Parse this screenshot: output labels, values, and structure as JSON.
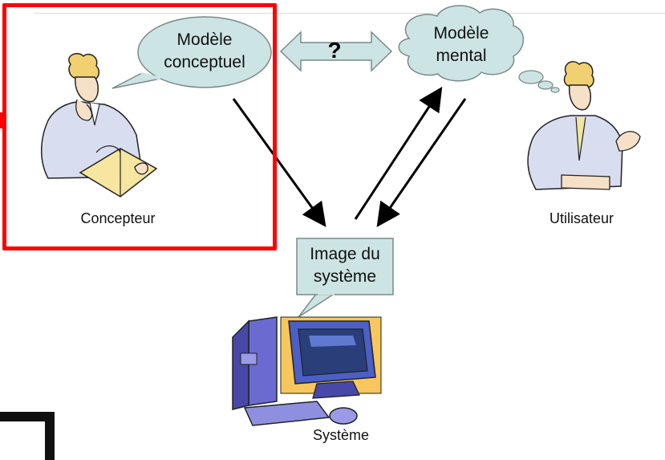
{
  "designer": {
    "label": "Concepteur",
    "speech_line1": "Modèle",
    "speech_line2": "conceptuel"
  },
  "user": {
    "label": "Utilisateur",
    "thought_line1": "Modèle",
    "thought_line2": "mental"
  },
  "system": {
    "label": "Système",
    "speech_line1": "Image du",
    "speech_line2": "système"
  },
  "comparison_mark": "?",
  "colors": {
    "bubble_fill": "#cde4e4",
    "bubble_stroke": "#7a8a8a",
    "highlight": "#ff0000",
    "arrow": "#000000"
  },
  "icons": {
    "designer": "reading-man-icon",
    "user": "gesturing-man-icon",
    "system": "desktop-computer-icon"
  }
}
